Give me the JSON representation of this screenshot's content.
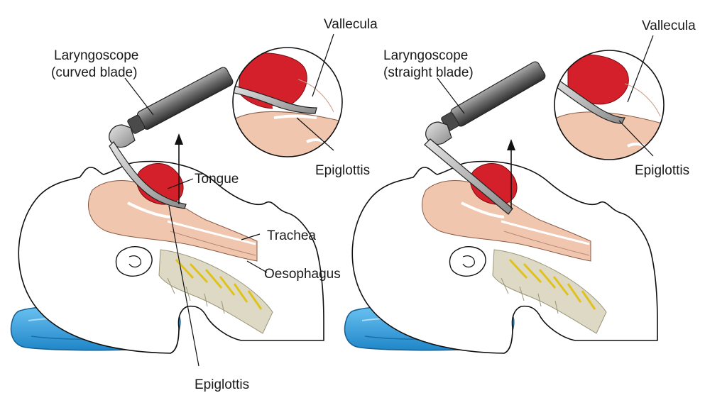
{
  "colors": {
    "tongue": "#d4202a",
    "flesh": "#f0c7ae",
    "bone": "#ddd9c4",
    "disc": "#e0c21c",
    "pillow": "#3ea8e6",
    "metal": "#7c7c7c"
  },
  "left_panel": {
    "laryngoscope_line1": "Laryngoscope",
    "laryngoscope_line2": "(curved blade)",
    "vallecula": "Vallecula",
    "epiglottis_inset": "Epiglottis",
    "tongue": "Tongue",
    "trachea": "Trachea",
    "oesophagus": "Oesophagus",
    "epiglottis_bottom": "Epiglottis"
  },
  "right_panel": {
    "laryngoscope_line1": "Laryngoscope",
    "laryngoscope_line2": "(straight blade)",
    "vallecula": "Vallecula",
    "epiglottis_inset": "Epiglottis"
  }
}
